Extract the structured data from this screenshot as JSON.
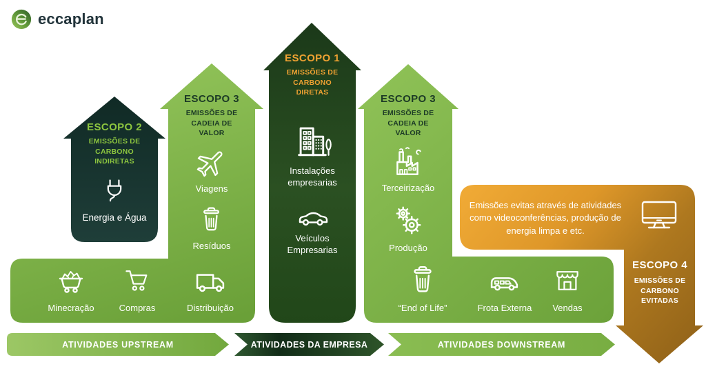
{
  "brand": {
    "name": "eccaplan"
  },
  "colors": {
    "green": "#7FB446",
    "green_light": "#9CC765",
    "dark_green": "#24471E",
    "teal_dark": "#17322E",
    "green_text": "#8DC63F",
    "orange_text": "#F0A232",
    "dark_text": "#1C3A26",
    "orange": "#E0A12F",
    "brown": "#96661A",
    "white": "#FFFFFF"
  },
  "scopes": {
    "escopo2": {
      "title": "ESCOPO 2",
      "subtitle": "EMISSÕES DE CARBONO INDIRETAS",
      "items": [
        {
          "icon": "plug-icon",
          "label": "Energia e Água"
        }
      ]
    },
    "escopo3_left": {
      "title": "ESCOPO 3",
      "subtitle": "EMISSÕES DE CADEIA DE VALOR",
      "items": [
        {
          "icon": "plane-icon",
          "label": "Viagens"
        },
        {
          "icon": "trash-icon",
          "label": "Resíduos"
        }
      ]
    },
    "escopo1": {
      "title": "ESCOPO 1",
      "subtitle": "EMISSÕES DE CARBONO DIRETAS",
      "items": [
        {
          "icon": "buildings-icon",
          "label": "Instalações empresarias"
        },
        {
          "icon": "car-icon",
          "label": "Veículos Empresarias"
        }
      ]
    },
    "escopo3_right": {
      "title": "ESCOPO 3",
      "subtitle": "EMISSÕES DE CADEIA DE VALOR",
      "items": [
        {
          "icon": "factory-icon",
          "label": "Terceirização"
        },
        {
          "icon": "gears-icon",
          "label": "Produção"
        }
      ]
    },
    "escopo4": {
      "title": "ESCOPO 4",
      "subtitle": "EMISSÕES DE CARBONO EVITADAS",
      "note": "Emissões evitas através de atividades como videoconferências, produção de energia limpa e etc.",
      "icon": "monitor-icon"
    }
  },
  "upstream_band": {
    "items": [
      {
        "icon": "mine-cart-icon",
        "label": "Minecração"
      },
      {
        "icon": "shopping-cart-icon",
        "label": "Compras"
      },
      {
        "icon": "truck-icon",
        "label": "Distribuição"
      }
    ]
  },
  "downstream_band": {
    "items": [
      {
        "icon": "trash-icon",
        "label": "“End of Life”"
      },
      {
        "icon": "van-icon",
        "label": "Frota Externa"
      },
      {
        "icon": "store-icon",
        "label": "Vendas"
      }
    ]
  },
  "timeline": {
    "upstream": "ATIVIDADES UPSTREAM",
    "company": "ATIVIDADES DA EMPRESA",
    "downstream": "ATIVIDADES DOWNSTREAM"
  }
}
